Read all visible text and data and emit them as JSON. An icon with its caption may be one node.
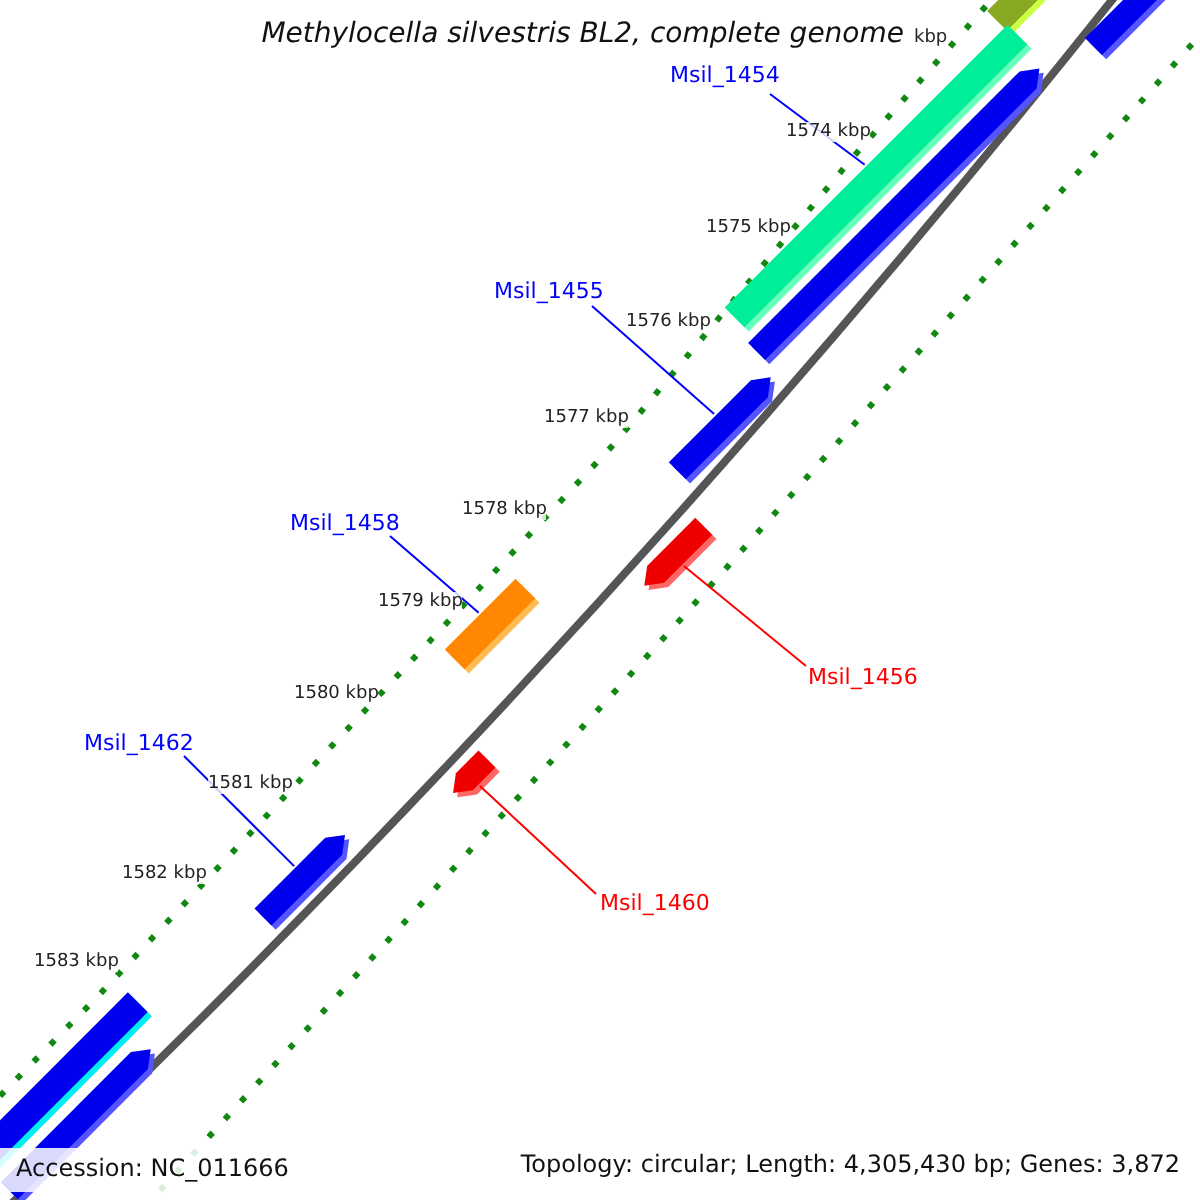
{
  "diagram": {
    "title": "Methylocella silvestris BL2, complete genome",
    "nodes": [
      {
        "text": [
          "Msil_1454"
        ]
      },
      {
        "text": [
          "Msil_1455"
        ]
      },
      {
        "text": [
          "Msil_1458"
        ]
      },
      {
        "text": [
          "Msil_1456"
        ]
      },
      {
        "text": [
          "Msil_1462"
        ]
      },
      {
        "text": [
          "Msil_1460"
        ]
      },
      {
        "text": [],
        "shape": "bar"
      },
      {
        "text": [],
        "shape": "arrow"
      },
      {
        "text": [],
        "shape": "bar"
      },
      {
        "text": [],
        "shape": "arrow"
      },
      {
        "text": [],
        "shape": "arrow"
      },
      {
        "text": [],
        "shape": "arrow"
      }
    ],
    "edges": [
      {
        "from": 0,
        "to": 6,
        "arrow": "none"
      },
      {
        "from": 1,
        "to": 7,
        "arrow": "none"
      },
      {
        "from": 2,
        "to": 8,
        "arrow": "none"
      },
      {
        "from": 3,
        "to": 9,
        "arrow": "none",
        "color": "#ff0000"
      },
      {
        "from": 4,
        "to": 10,
        "arrow": "none"
      },
      {
        "from": 5,
        "to": 11,
        "arrow": "none",
        "color": "#ff0000"
      }
    ],
    "labels": [
      "kbp",
      "1574 kbp",
      "1575 kbp",
      "1576 kbp",
      "1577 kbp",
      "1578 kbp",
      "1579 kbp",
      "1580 kbp",
      "1581 kbp",
      "1582 kbp",
      "1583 kbp",
      "Accession: NC_011666",
      "Topology: circular; Length: 4,305,430 bp; Genes: 3,872"
    ]
  }
}
